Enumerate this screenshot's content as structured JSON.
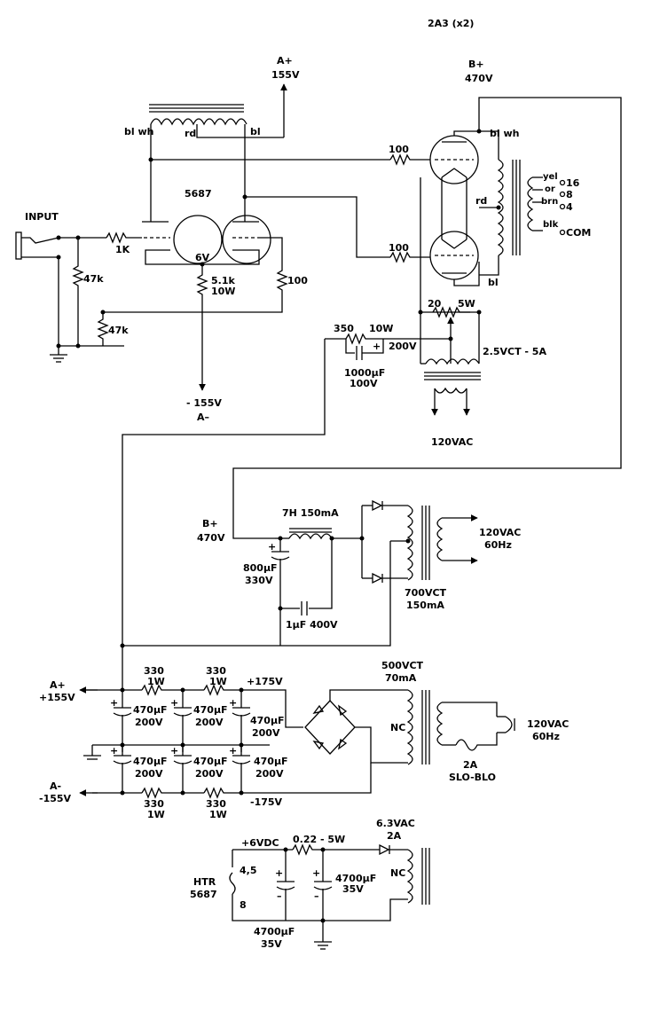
{
  "title": "2A3 (x2)",
  "top": {
    "a_plus": "A+",
    "a_plus_v": "155V",
    "b_plus": "B+",
    "b_plus_v": "470V",
    "bl_wh_left": "bl wh",
    "rd_left": "rd",
    "bl_left": "bl",
    "tube_5687": "5687",
    "input": "INPUT",
    "r_1k": "1K",
    "r_47k_a": "47k",
    "r_47k_b": "47k",
    "v6": "6V",
    "r_51k": "5.1k",
    "r_51k_w": "10W",
    "r_100_cath": "100",
    "neg155": "- 155V",
    "a_minus": "A–",
    "r_100_top": "100",
    "r_100_bot": "100",
    "bl_wh_right": "bl wh",
    "rd_right": "rd",
    "bl_right": "bl",
    "tap_yel": "yel",
    "tap_or": "or",
    "tap_brn": "brn",
    "tap_blk": "blk",
    "ohm16": "16",
    "ohm8": "8",
    "ohm4": "4",
    "com": "COM",
    "r_20": "20",
    "r_20_w": "5W",
    "r_350": "350",
    "r_350_w": "10W",
    "v200": "200V",
    "c_1000": "1000µF",
    "c_1000_v": "100V",
    "fil_xfmr": "2.5VCT - 5A",
    "vac_top": "120VAC"
  },
  "hv_supply": {
    "b_plus": "B+",
    "b_plus_v": "470V",
    "choke": "7H 150mA",
    "c_800": "800µF",
    "c_800_v": "330V",
    "c_1u": "1µF 400V",
    "sec": "700VCT",
    "sec_i": "150mA",
    "vac": "120VAC",
    "hz": "60Hz"
  },
  "bias_supply": {
    "a_plus": "A+",
    "a_plus_v": "+155V",
    "a_minus": "A-",
    "a_minus_v": "-155V",
    "r330_1": "330",
    "r330_1w": "1W",
    "r330_2": "330",
    "r330_2w": "1W",
    "r330_3": "330",
    "r330_3w": "1W",
    "r330_4": "330",
    "r330_4w": "1W",
    "v175p": "+175V",
    "v175n": "-175V",
    "c470": "470µF",
    "c470_v": "200V",
    "sec": "500VCT",
    "sec_i": "70mA",
    "nc": "NC",
    "vac": "120VAC",
    "hz": "60Hz",
    "fuse": "2A",
    "fuse_t": "SLO-BLO"
  },
  "heater_supply": {
    "v6dc": "+6VDC",
    "r_022": "0.22 - 5W",
    "sec": "6.3VAC",
    "sec_i": "2A",
    "nc": "NC",
    "c4700a": "4700µF",
    "c4700a_v": "35V",
    "c4700b": "4700µF",
    "c4700b_v": "35V",
    "htr": "HTR",
    "htr_t": "5687",
    "pin45": "4,5",
    "pin8": "8"
  }
}
